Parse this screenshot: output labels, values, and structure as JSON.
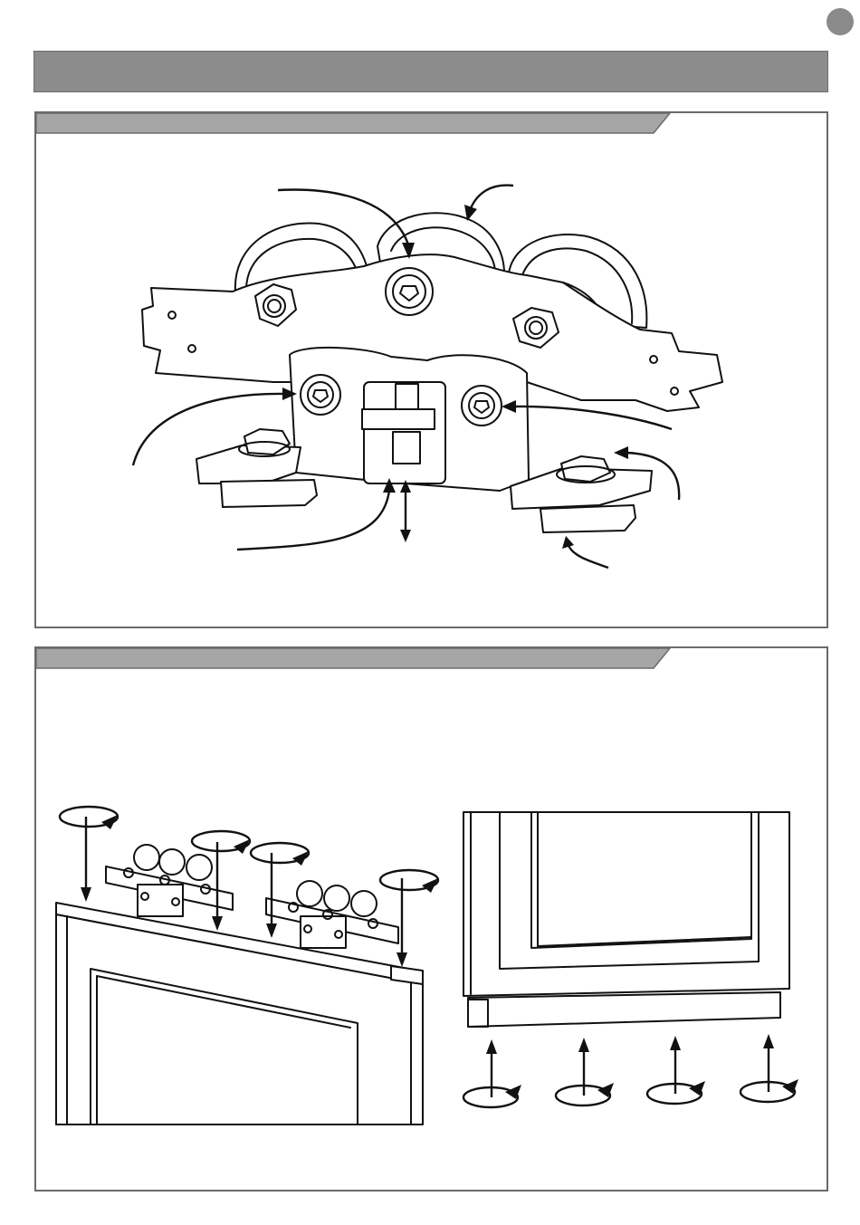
{
  "page": {
    "colors": {
      "header_bar": "#8c8c8c",
      "panel_border": "#6a6a6a",
      "tab": "#a6a6a6",
      "line": "#111111"
    }
  },
  "figure_1": {
    "description_icons": [
      "trolley-carriage",
      "hex-bolt",
      "socket-screw",
      "adjust-arrow"
    ]
  },
  "figure_2": {
    "description_icons": [
      "rotate-arrow",
      "down-arrow",
      "up-arrow",
      "door-frame",
      "trolley"
    ]
  }
}
